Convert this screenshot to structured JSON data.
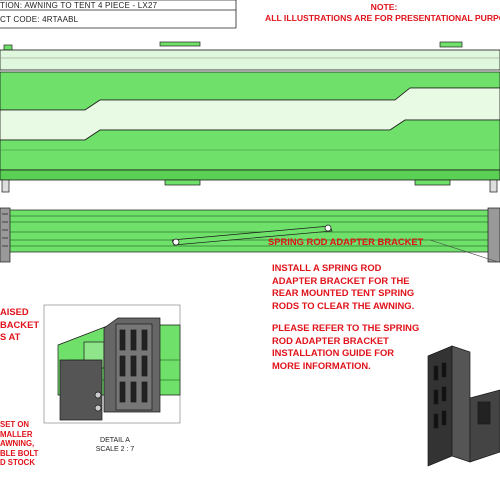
{
  "title_block": {
    "description": "TION: AWNING TO TENT 4 PIECE - LX27",
    "product_code": "CT CODE: 4RTAABL"
  },
  "note": {
    "heading": "NOTE:",
    "text": "ALL ILLUSTRATIONS ARE FOR PRESENTATIONAL PURPOSES"
  },
  "left_callout": {
    "lines": [
      "AISED",
      "BACKET",
      "S AT"
    ]
  },
  "bottom_left_callout": {
    "lines": [
      "SET ON",
      "MALLER",
      "AWNING,",
      "BLE BOLT",
      "D STOCK"
    ]
  },
  "detail": {
    "name": "DETAIL A",
    "scale": "SCALE 2 : 7"
  },
  "bracket_label": "SPRING ROD ADAPTER BRACKET",
  "instructions": {
    "lines1": [
      "INSTALL A SPRING ROD",
      "ADAPTER BRACKET FOR THE",
      "REAR MOUNTED TENT SPRING",
      "RODS TO CLEAR THE AWNING."
    ],
    "lines2": [
      "PLEASE REFER TO THE SPRING",
      "ROD ADAPTER  BRACKET",
      "INSTALLATION GUIDE FOR",
      "MORE INFORMATION."
    ]
  },
  "colors": {
    "green": "#6fe06a",
    "green_dark": "#4ec24a",
    "red": "#e0121a",
    "line": "#1a1a1a"
  }
}
